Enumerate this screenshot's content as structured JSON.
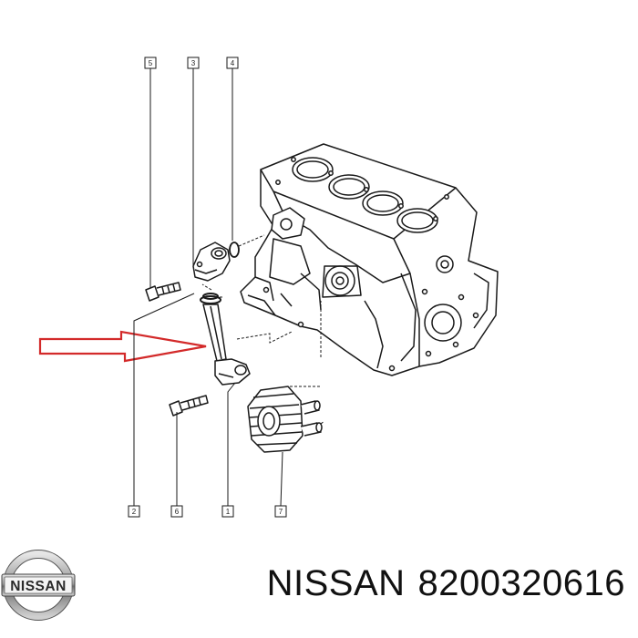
{
  "callouts": {
    "c5": "5",
    "c3": "3",
    "c4": "4",
    "c2": "2",
    "c6": "6",
    "c1": "1",
    "c7": "7"
  },
  "logo": {
    "text": "NISSAN"
  },
  "caption": {
    "brand": "NISSAN",
    "part_number": "8200320616"
  },
  "colors": {
    "arrow": "#d32a2a",
    "ink": "#1a1a1a"
  }
}
